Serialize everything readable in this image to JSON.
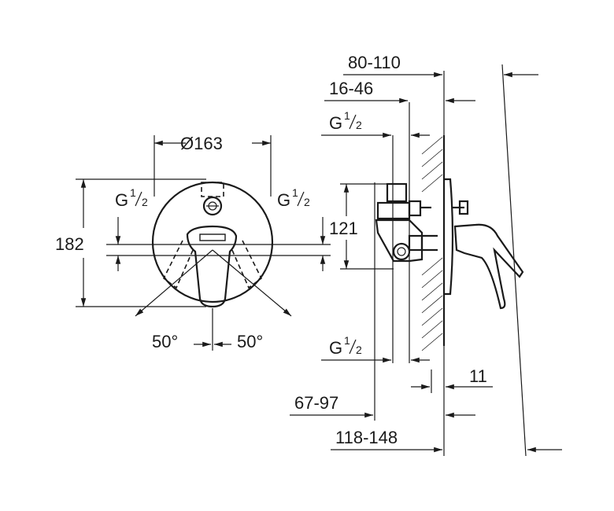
{
  "front_view": {
    "diameter": "Ø163",
    "height": "182",
    "thread_left": {
      "base": "G",
      "num": "1",
      "den": "2"
    },
    "thread_right": {
      "base": "G",
      "num": "1",
      "den": "2"
    },
    "angle_left": "50°",
    "angle_right": "50°"
  },
  "side_view": {
    "dim_top": "80-110",
    "dim_second": "16-46",
    "thread_top": {
      "base": "G",
      "num": "1",
      "den": "2"
    },
    "height_121": "121",
    "thread_bottom": {
      "base": "G",
      "num": "1",
      "den": "2"
    },
    "dim_11": "11",
    "dim_67_97": "67-97",
    "dim_118_148": "118-148"
  }
}
